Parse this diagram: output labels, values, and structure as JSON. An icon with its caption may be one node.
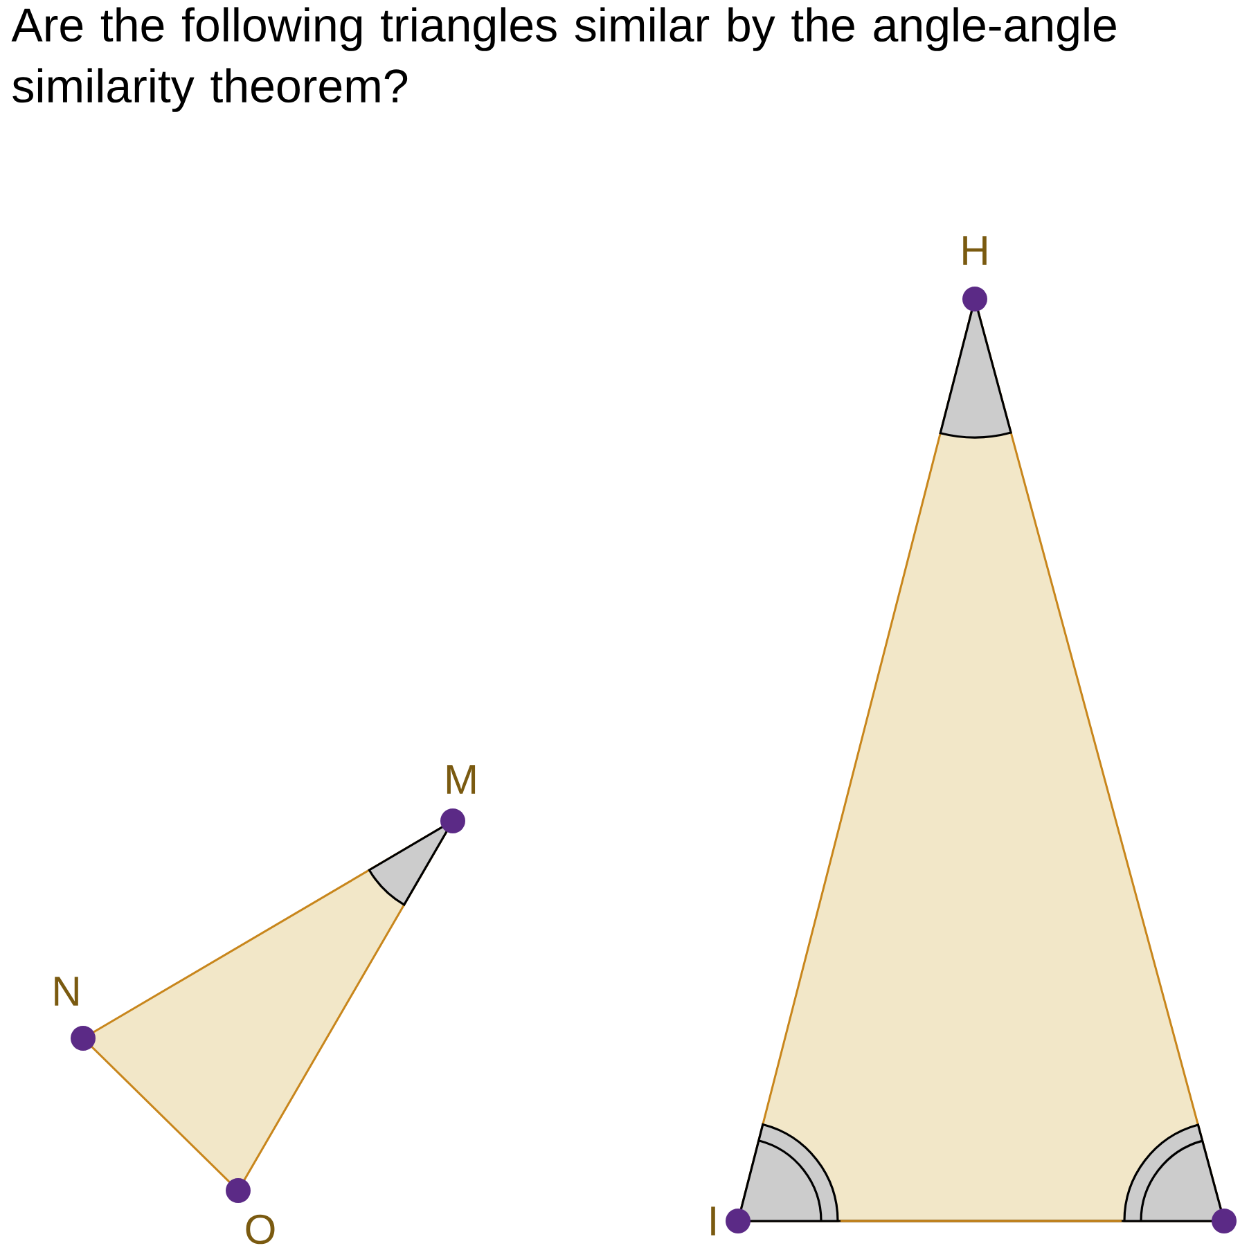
{
  "diagram": {
    "title": "Are the following triangles similar by the angle-angle similarity theorem?",
    "labels": [
      "H",
      "M",
      "N",
      "O",
      "I"
    ]
  }
}
